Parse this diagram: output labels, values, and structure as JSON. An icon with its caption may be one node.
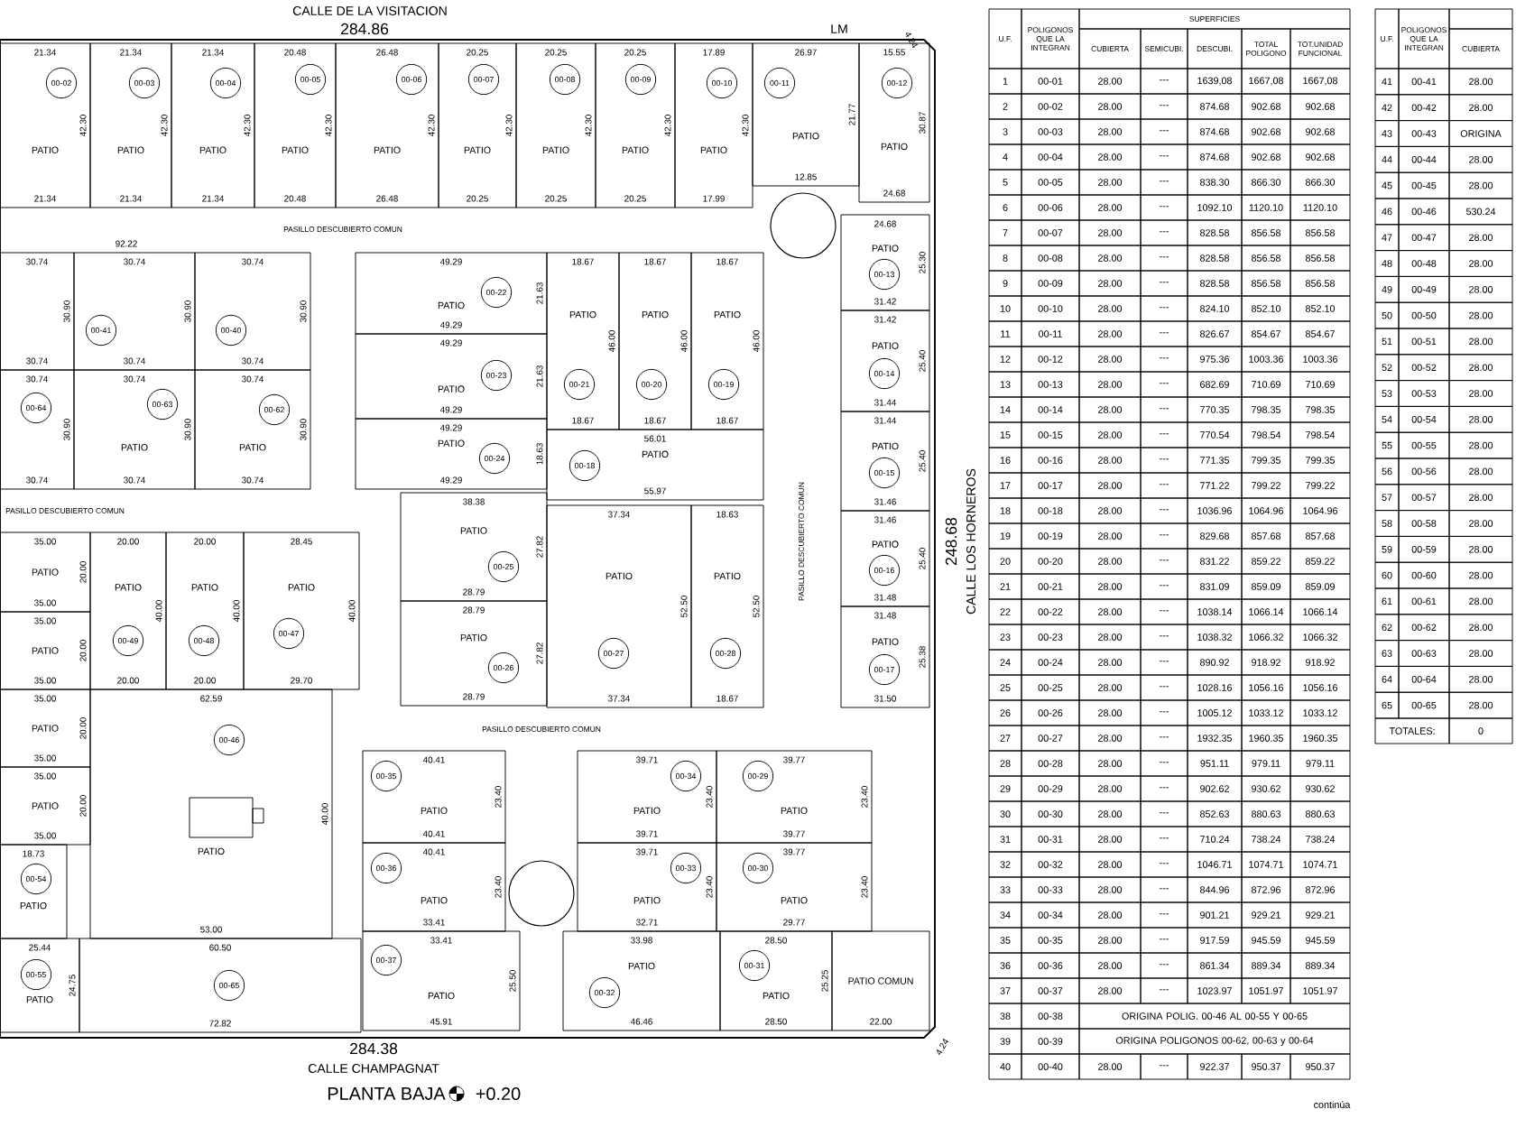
{
  "diagram": {
    "title": "PLANTA BAJA",
    "nodes": [
      {
        "text": [
          "21.34",
          "PATIO",
          "21.34",
          "42.30"
        ]
      },
      {
        "text": [
          "00-02"
        ],
        "in": 0
      },
      {
        "text": [
          "21.34",
          "PATIO",
          "21.34",
          "42.30"
        ]
      },
      {
        "text": [
          "00-03"
        ],
        "in": 2
      },
      {
        "text": [
          "21.34",
          "PATIO",
          "21.34",
          "42.30"
        ]
      },
      {
        "text": [
          "00-04"
        ],
        "in": 4
      },
      {
        "text": [
          "20.48",
          "PATIO",
          "20.48",
          "42.30"
        ]
      },
      {
        "text": [
          "00-05"
        ],
        "in": 6
      },
      {
        "text": [
          "26.48",
          "PATIO",
          "26.48",
          "42.30"
        ]
      },
      {
        "text": [
          "00-06"
        ],
        "in": 8
      },
      {
        "text": [
          "20.25",
          "PATIO",
          "20.25",
          "42.30"
        ]
      },
      {
        "text": [
          "00-07"
        ],
        "in": 10
      },
      {
        "text": [
          "20.25",
          "PATIO",
          "20.25",
          "42.30"
        ]
      },
      {
        "text": [
          "00-08"
        ],
        "in": 12
      },
      {
        "text": [
          "20.25",
          "PATIO",
          "20.25",
          "42.30"
        ]
      },
      {
        "text": [
          "00-09"
        ],
        "in": 14
      },
      {
        "text": [
          "17.89",
          "PATIO",
          "17.99",
          "42.30"
        ]
      },
      {
        "text": [
          "00-10"
        ],
        "in": 16
      },
      {
        "text": [
          "26.97",
          "PATIO",
          "12.85",
          "21.77"
        ]
      },
      {
        "text": [
          "00-11"
        ],
        "in": 18
      },
      {
        "text": [
          "15.55",
          "PATIO",
          "24.68",
          "30.87"
        ]
      },
      {
        "text": [
          "00-12"
        ],
        "in": 20
      },
      {
        "text": [
          "30.74",
          "30.74",
          "30.90"
        ]
      },
      {
        "text": [
          "30.74",
          "30.74",
          "30.90"
        ]
      },
      {
        "text": [
          "00-41"
        ],
        "in": 23
      },
      {
        "text": [
          "30.74",
          "30.74",
          "30.90"
        ]
      },
      {
        "text": [
          "00-40"
        ],
        "in": 25
      },
      {
        "text": [
          "30.74",
          "30.74",
          "30.90"
        ]
      },
      {
        "text": [
          "00-64"
        ],
        "in": 27
      },
      {
        "text": [
          "30.74",
          "PATIO",
          "30.74",
          "30.90"
        ]
      },
      {
        "text": [
          "00-63"
        ],
        "in": 29
      },
      {
        "text": [
          "30.74",
          "PATIO",
          "30.74",
          "30.90"
        ]
      },
      {
        "text": [
          "00-62"
        ],
        "in": 31
      },
      {
        "text": [
          "49.29",
          "PATIO",
          "49.29",
          "21.63"
        ]
      },
      {
        "text": [
          "00-22"
        ],
        "in": 33
      },
      {
        "text": [
          "49.29",
          "PATIO",
          "49.29",
          "21.63"
        ]
      },
      {
        "text": [
          "00-23"
        ],
        "in": 35
      },
      {
        "text": [
          "49.29",
          "PATIO",
          "49.29",
          "18.63"
        ]
      },
      {
        "text": [
          "00-24"
        ],
        "in": 37
      },
      {
        "text": [
          "38.38",
          "PATIO",
          "28.79",
          "27.82"
        ]
      },
      {
        "text": [
          "00-25"
        ],
        "in": 39
      },
      {
        "text": [
          "28.79",
          "PATIO",
          "28.79",
          "27.82"
        ]
      },
      {
        "text": [
          "00-26"
        ],
        "in": 41
      },
      {
        "text": [
          "18.67",
          "PATIO",
          "18.67",
          "46.00"
        ]
      },
      {
        "text": [
          "00-21"
        ],
        "in": 43
      },
      {
        "text": [
          "18.67",
          "PATIO",
          "18.67",
          "46.00"
        ]
      },
      {
        "text": [
          "00-20"
        ],
        "in": 45
      },
      {
        "text": [
          "18.67",
          "PATIO",
          "18.67",
          "46.00"
        ]
      },
      {
        "text": [
          "00-19"
        ],
        "in": 47
      },
      {
        "text": [
          "56.01",
          "PATIO",
          "55.97"
        ]
      },
      {
        "text": [
          "00-18"
        ],
        "in": 49
      },
      {
        "text": [
          "37.34",
          "PATIO",
          "37.34",
          "52.50"
        ]
      },
      {
        "text": [
          "00-27"
        ],
        "in": 51
      },
      {
        "text": [
          "18.63",
          "PATIO",
          "18.67",
          "52.50"
        ]
      },
      {
        "text": [
          "00-28"
        ],
        "in": 53
      },
      {
        "text": [
          "24.68",
          "PATIO",
          "31.42",
          "25.30"
        ]
      },
      {
        "text": [
          "00-13"
        ],
        "in": 55
      },
      {
        "text": [
          "31.42",
          "PATIO",
          "31.44",
          "25.40"
        ]
      },
      {
        "text": [
          "00-14"
        ],
        "in": 57
      },
      {
        "text": [
          "31.44",
          "PATIO",
          "31.46",
          "25.40"
        ]
      },
      {
        "text": [
          "00-15"
        ],
        "in": 59
      },
      {
        "text": [
          "31.46",
          "PATIO",
          "31.48",
          "25.40"
        ]
      },
      {
        "text": [
          "00-16"
        ],
        "in": 61
      },
      {
        "text": [
          "31.48",
          "PATIO",
          "31.50",
          "25.38"
        ]
      },
      {
        "text": [
          "00-17"
        ],
        "in": 63
      },
      {
        "text": [
          "35.00",
          "PATIO",
          "35.00",
          "20.00"
        ]
      },
      {
        "text": [
          "35.00",
          "PATIO",
          "35.00",
          "20.00"
        ]
      },
      {
        "text": [
          "35.00",
          "PATIO",
          "35.00",
          "20.00"
        ]
      },
      {
        "text": [
          "35.00",
          "PATIO",
          "35.00",
          "20.00"
        ]
      },
      {
        "text": [
          "20.00",
          "PATIO",
          "20.00",
          "40.00"
        ]
      },
      {
        "text": [
          "00-49"
        ],
        "in": 69
      },
      {
        "text": [
          "20.00",
          "PATIO",
          "20.00",
          "40.00"
        ]
      },
      {
        "text": [
          "00-48"
        ],
        "in": 71
      },
      {
        "text": [
          "28.45",
          "PATIO",
          "29.70",
          "40.00"
        ]
      },
      {
        "text": [
          "00-47"
        ],
        "in": 73
      },
      {
        "text": [
          "62.59",
          "PATIO",
          "53.00",
          "40.00"
        ]
      },
      {
        "text": [
          "00-46"
        ],
        "in": 75
      },
      {
        "text": [
          "18.73",
          "PATIO"
        ]
      },
      {
        "text": [
          "00-54"
        ],
        "in": 77
      },
      {
        "text": [
          "25.44",
          "PATIO",
          "24.75"
        ]
      },
      {
        "text": [
          "00-55"
        ],
        "in": 79
      },
      {
        "text": [
          "60.50",
          "72.82"
        ]
      },
      {
        "text": [
          "00-65"
        ],
        "in": 81
      },
      {
        "text": [
          "40.41",
          "PATIO",
          "40.41",
          "23.40"
        ]
      },
      {
        "text": [
          "00-35"
        ],
        "in": 83
      },
      {
        "text": [
          "40.41",
          "PATIO",
          "33.41",
          "23.40"
        ]
      },
      {
        "text": [
          "00-36"
        ],
        "in": 85
      },
      {
        "text": [
          "33.41",
          "PATIO",
          "45.91",
          "25.50"
        ]
      },
      {
        "text": [
          "00-37"
        ],
        "in": 87
      },
      {
        "text": [
          "39.71",
          "PATIO",
          "39.71",
          "23.40"
        ]
      },
      {
        "text": [
          "00-34"
        ],
        "in": 89
      },
      {
        "text": [
          "39.77",
          "PATIO",
          "39.77",
          "23.40"
        ]
      },
      {
        "text": [
          "00-29"
        ],
        "in": 91
      },
      {
        "text": [
          "39.71",
          "PATIO",
          "32.71",
          "23.40"
        ]
      },
      {
        "text": [
          "00-33"
        ],
        "in": 93
      },
      {
        "text": [
          "39.77",
          "PATIO",
          "29.77",
          "23.40"
        ]
      },
      {
        "text": [
          "00-30"
        ],
        "in": 95
      },
      {
        "text": [
          "33.98",
          "PATIO",
          "46.46"
        ]
      },
      {
        "text": [
          "00-32"
        ],
        "in": 97
      },
      {
        "text": [
          "28.50",
          "PATIO",
          "28.50",
          "25.25"
        ]
      },
      {
        "text": [
          "00-31"
        ],
        "in": 99
      },
      {
        "text": [
          "PATIO COMUN",
          "22.00"
        ]
      }
    ],
    "labels": [
      "CALLE DE LA VISITACION",
      "284.86",
      "LM",
      "4.24",
      "PASILLO DESCUBIERTO COMUN",
      "92.22",
      "PASILLO DESCUBIERTO COMUN",
      "PASILLO DESCUBIERTO COMUN",
      "248.68",
      "CALLE LOS HORNEROS",
      "PASILLO DESCUBIERTO COMUN",
      "284.38",
      "4.24",
      "CALLE CHAMPAGNAT",
      "+0.20",
      "U.F.",
      "POLIGONOS QUE LA INTEGRAN",
      "SUPERFICIES",
      "CUBIERTA",
      "SEMICUBI.",
      "DESCUBI.",
      "TOTAL POLIGONO",
      "TOT.UNIDAD FUNCIONAL",
      "1",
      "00-01",
      "28.00",
      "---",
      "1639,08",
      "1667,08",
      "1667,08",
      "2",
      "00-02",
      "28.00",
      "---",
      "874.68",
      "902.68",
      "902.68",
      "3",
      "00-03",
      "28.00",
      "---",
      "874.68",
      "902.68",
      "902.68",
      "4",
      "00-04",
      "28.00",
      "---",
      "874.68",
      "902.68",
      "902.68",
      "5",
      "00-05",
      "28.00",
      "---",
      "838.30",
      "866.30",
      "866.30",
      "6",
      "00-06",
      "28.00",
      "---",
      "1092.10",
      "1120.10",
      "1120.10",
      "7",
      "00-07",
      "28.00",
      "---",
      "828.58",
      "856.58",
      "856.58",
      "8",
      "00-08",
      "28.00",
      "---",
      "828.58",
      "856.58",
      "856.58",
      "9",
      "00-09",
      "28.00",
      "---",
      "828.58",
      "856.58",
      "856.58",
      "10",
      "00-10",
      "28.00",
      "---",
      "824.10",
      "852.10",
      "852.10",
      "11",
      "00-11",
      "28.00",
      "---",
      "826.67",
      "854.67",
      "854.67",
      "12",
      "00-12",
      "28.00",
      "---",
      "975.36",
      "1003.36",
      "1003.36",
      "13",
      "00-13",
      "28.00",
      "---",
      "682.69",
      "710.69",
      "710.69",
      "14",
      "00-14",
      "28.00",
      "---",
      "770.35",
      "798.35",
      "798.35",
      "15",
      "00-15",
      "28.00",
      "---",
      "770.54",
      "798.54",
      "798.54",
      "16",
      "00-16",
      "28.00",
      "---",
      "771.35",
      "799.35",
      "799.35",
      "17",
      "00-17",
      "28.00",
      "---",
      "771.22",
      "799.22",
      "799.22",
      "18",
      "00-18",
      "28.00",
      "---",
      "1036.96",
      "1064.96",
      "1064.96",
      "19",
      "00-19",
      "28.00",
      "---",
      "829.68",
      "857.68",
      "857.68",
      "20",
      "00-20",
      "28.00",
      "---",
      "831.22",
      "859.22",
      "859.22",
      "21",
      "00-21",
      "28.00",
      "---",
      "831.09",
      "859.09",
      "859.09",
      "22",
      "00-22",
      "28.00",
      "---",
      "1038.14",
      "1066.14",
      "1066.14",
      "23",
      "00-23",
      "28.00",
      "---",
      "1038.32",
      "1066.32",
      "1066.32",
      "24",
      "00-24",
      "28.00",
      "---",
      "890.92",
      "918.92",
      "918.92",
      "25",
      "00-25",
      "28.00",
      "---",
      "1028.16",
      "1056.16",
      "1056.16",
      "26",
      "00-26",
      "28.00",
      "---",
      "1005.12",
      "1033.12",
      "1033.12",
      "27",
      "00-27",
      "28.00",
      "---",
      "1932.35",
      "1960.35",
      "1960.35",
      "28",
      "00-28",
      "28.00",
      "---",
      "951.11",
      "979.11",
      "979.11",
      "29",
      "00-29",
      "28.00",
      "---",
      "902.62",
      "930.62",
      "930.62",
      "30",
      "00-30",
      "28.00",
      "---",
      "852.63",
      "880.63",
      "880.63",
      "31",
      "00-31",
      "28.00",
      "---",
      "710.24",
      "738.24",
      "738.24",
      "32",
      "00-32",
      "28.00",
      "---",
      "1046.71",
      "1074.71",
      "1074.71",
      "33",
      "00-33",
      "28.00",
      "---",
      "844.96",
      "872.96",
      "872.96",
      "34",
      "00-34",
      "28.00",
      "---",
      "901.21",
      "929.21",
      "929.21",
      "35",
      "00-35",
      "28.00",
      "---",
      "917.59",
      "945.59",
      "945.59",
      "36",
      "00-36",
      "28.00",
      "---",
      "861.34",
      "889.34",
      "889.34",
      "37",
      "00-37",
      "28.00",
      "---",
      "1023.97",
      "1051.97",
      "1051.97",
      "38",
      "00-38",
      "ORIGINA POLIG. 00-46 AL 00-55 Y 00-65",
      "39",
      "00-39",
      "ORIGINA POLIGONOS 00-62, 00-63 y 00-64",
      "40",
      "00-40",
      "28.00",
      "---",
      "922.37",
      "950.37",
      "950.37",
      "continúa",
      "U.F.",
      "POLIGONOS QUE LA INTEGRAN",
      "CUBIERTA",
      "41",
      "00-41",
      "28.00",
      "42",
      "00-42",
      "28.00",
      "43",
      "00-43",
      "ORIGINA",
      "44",
      "00-44",
      "28.00",
      "45",
      "00-45",
      "28.00",
      "46",
      "00-46",
      "530.24",
      "47",
      "00-47",
      "28.00",
      "48",
      "00-48",
      "28.00",
      "49",
      "00-49",
      "28.00",
      "50",
      "00-50",
      "28.00",
      "51",
      "00-51",
      "28.00",
      "52",
      "00-52",
      "28.00",
      "53",
      "00-53",
      "28.00",
      "54",
      "00-54",
      "28.00",
      "55",
      "00-55",
      "28.00",
      "56",
      "00-56",
      "28.00",
      "57",
      "00-57",
      "28.00",
      "58",
      "00-58",
      "28.00",
      "59",
      "00-59",
      "28.00",
      "60",
      "00-60",
      "28.00",
      "61",
      "00-61",
      "28.00",
      "62",
      "00-62",
      "28.00",
      "63",
      "00-63",
      "28.00",
      "64",
      "00-64",
      "28.00",
      "65",
      "00-65",
      "28.00",
      "TOTALES:",
      "0"
    ]
  }
}
